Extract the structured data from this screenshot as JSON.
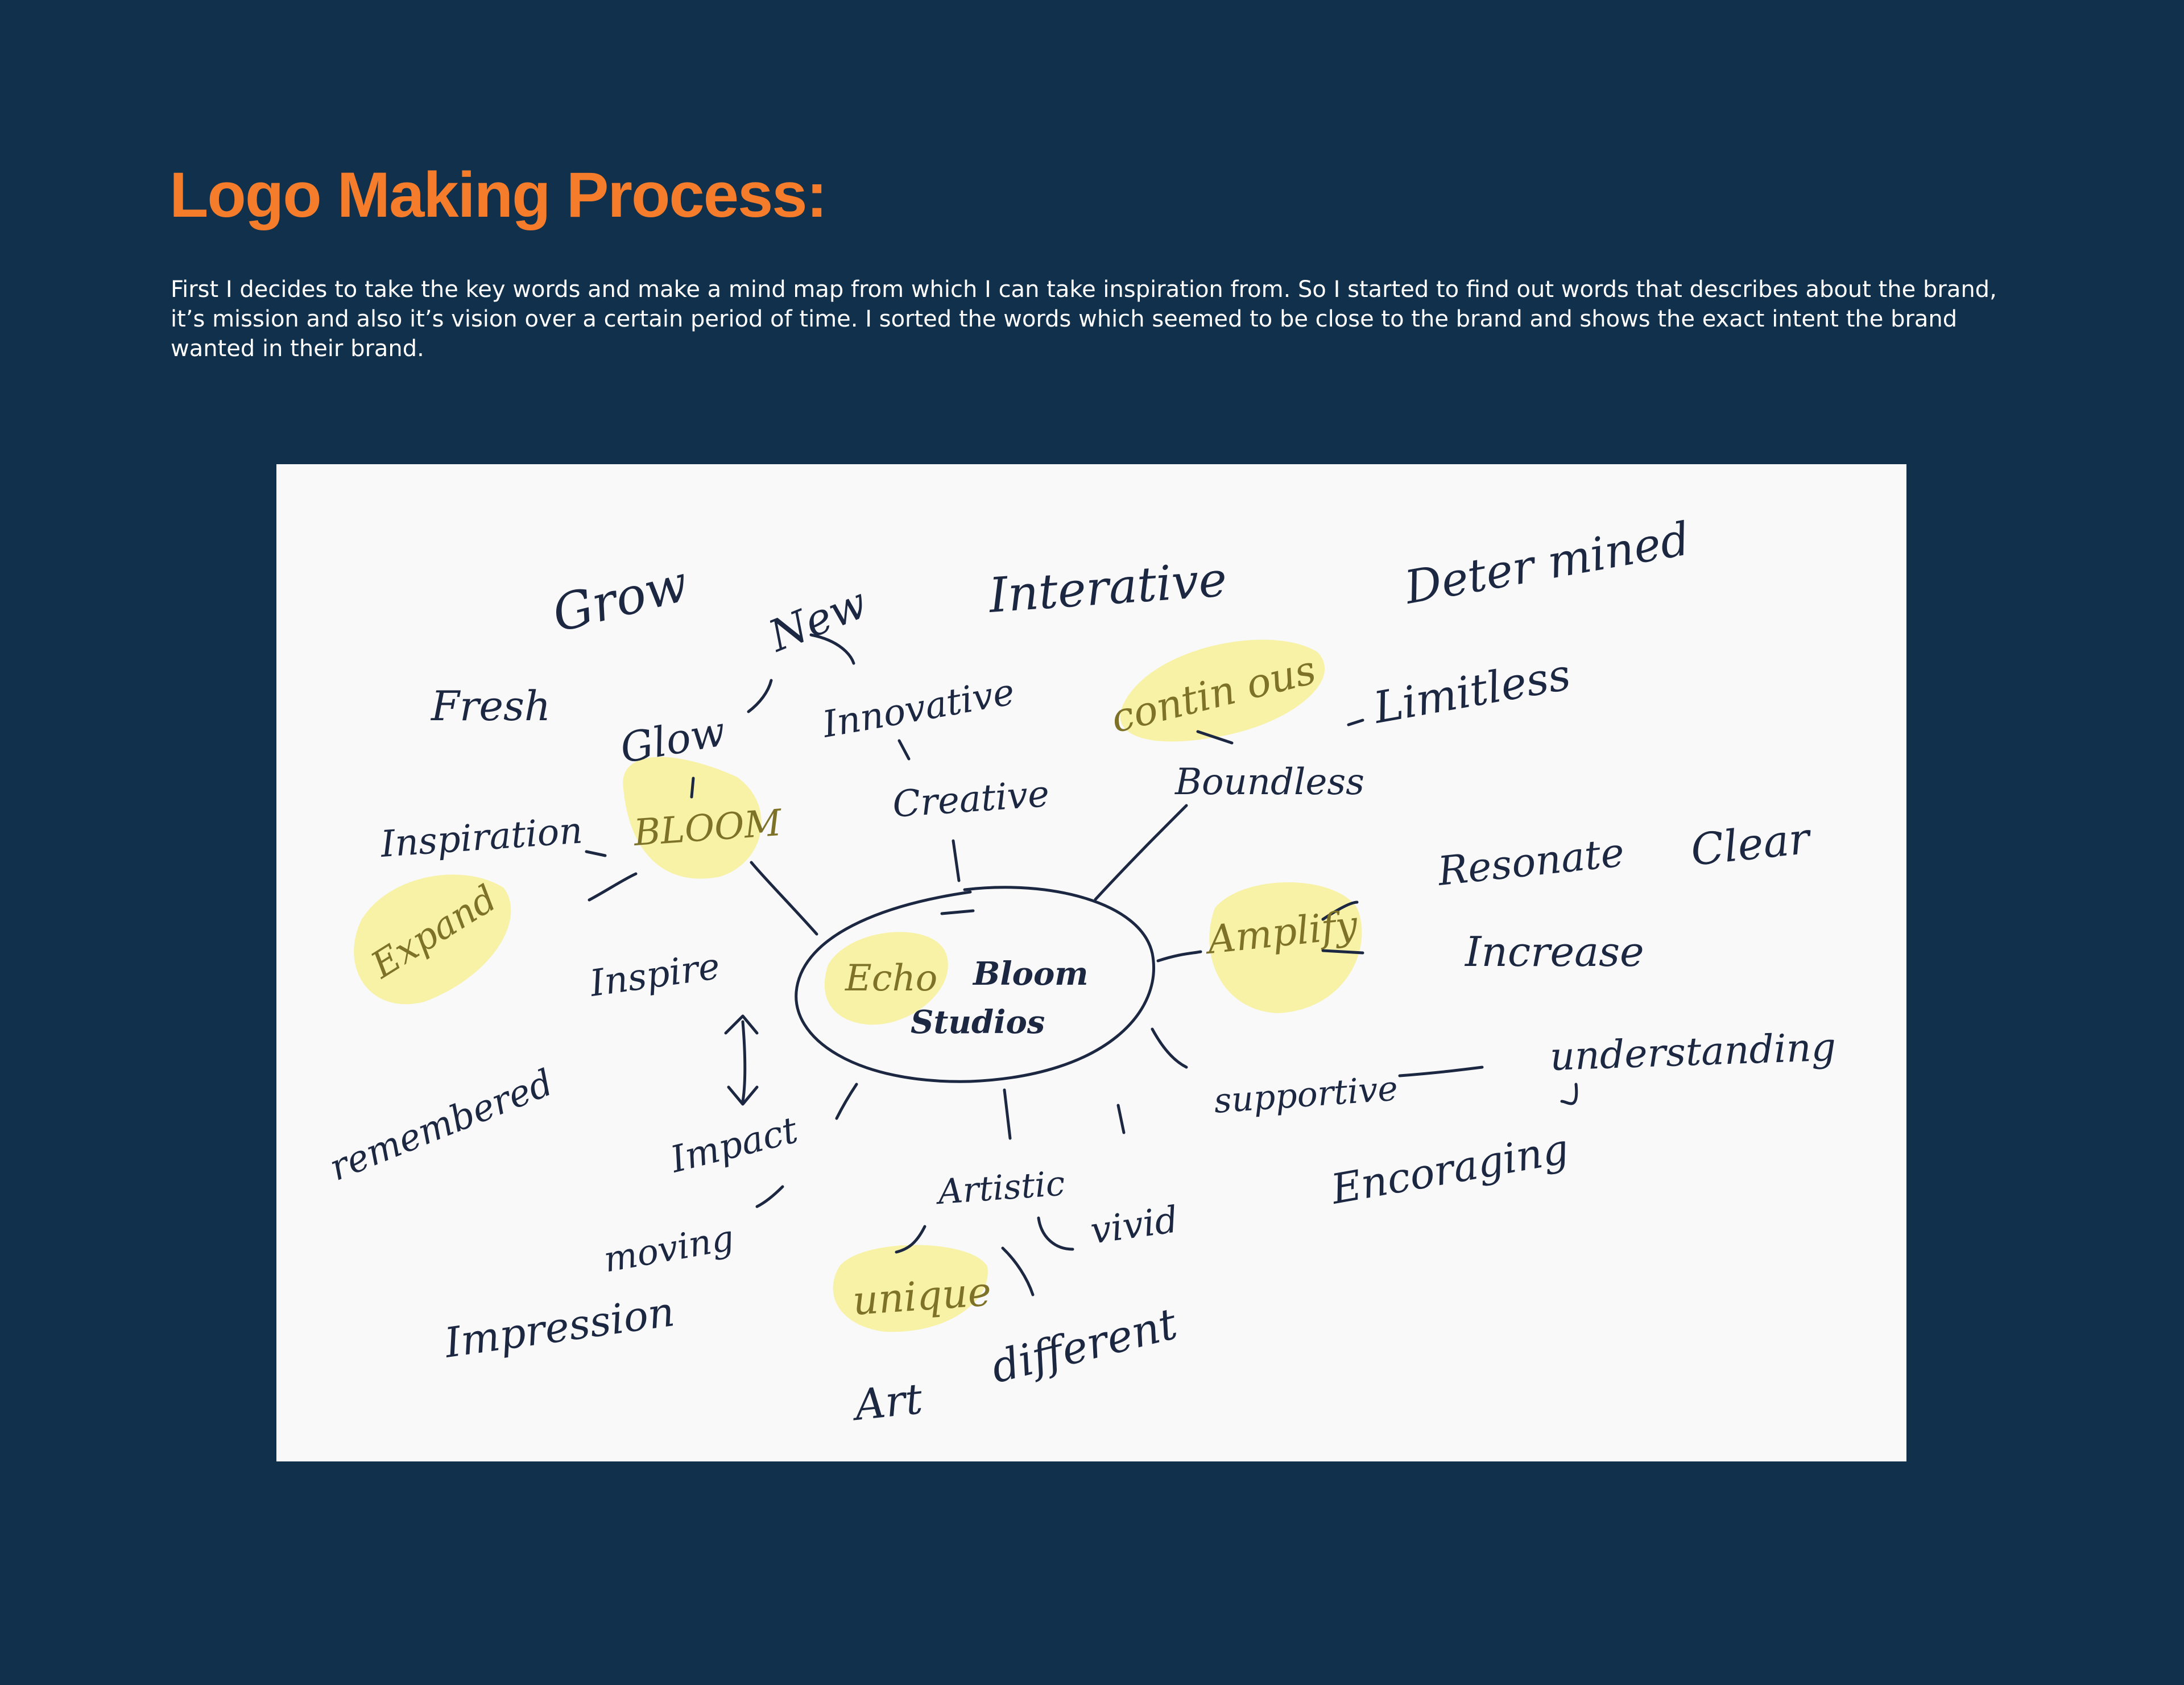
{
  "header": {
    "title": "Logo Making Process:",
    "intro": "First I decides to take the key words and make a mind map from which I can take inspiration from. So I started to find out words that describes about the brand, it’s mission and also it’s vision over a certain period of time. I sorted the words which seemed to be close to the brand and shows the exact intent the brand wanted in their brand."
  },
  "mind_map": {
    "center": {
      "line1_highlight": "Echo",
      "line1_rest": "Bloom",
      "line2": "Studios"
    },
    "words": {
      "grow": "Grow",
      "new": "New",
      "interative": "Interative",
      "determined": "Deter mined",
      "fresh": "Fresh",
      "innovative": "Innovative",
      "continous": "contin ous",
      "limitless": "Limitless",
      "glow": "Glow",
      "creative": "Creative",
      "boundless": "Boundless",
      "inspiration": "Inspiration",
      "bloom": "BLOOM",
      "resonate": "Resonate",
      "clear": "Clear",
      "expand": "Expand",
      "amplify": "Amplify",
      "increase": "Increase",
      "inspire": "Inspire",
      "remembered": "remembered",
      "supportive": "supportive",
      "understanding": "understanding",
      "impact": "Impact",
      "artistic": "Artistic",
      "vivid": "vivid",
      "encoraging": "Encoraging",
      "moving": "moving",
      "unique": "unique",
      "impression": "Impression",
      "different": "different",
      "art": "Art"
    }
  },
  "colors": {
    "background": "#10304b",
    "title": "#f47c2a",
    "paper": "#f9f9f9",
    "ink": "#1c2742",
    "highlight": "#f7f2a6"
  }
}
